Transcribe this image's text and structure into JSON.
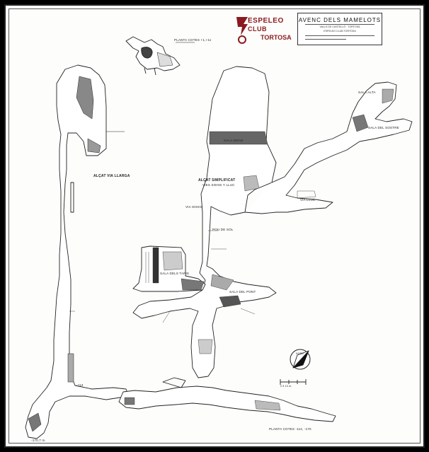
{
  "title": {
    "main": "AVENC DELS MAMELOTS",
    "sub1": "VALLS DE CASTELLÓ · TORTOSA",
    "sub2": "ESPELEO CLUB TORTOSA"
  },
  "logo": {
    "line1": "ESPELEO",
    "line2": "CLUB",
    "line3": "TORTOSA",
    "colors": {
      "accent": "#8a1a1f"
    }
  },
  "labels": {
    "planta_top": "PLANTA COTES +1,+11",
    "alcat_llarga": "ALÇAT VIA LLARGA",
    "alcat_simplificat": "ALÇAT SIMPLIFICAT",
    "alcat_simplificat2": "VIES SOHIS Y LLUC",
    "via_sohis": "VIA SOHIS",
    "via_lluc": "VIA LLUC",
    "pou_sol": "POU DE SOL",
    "sala_gran": "SALA GRAN",
    "sala_alta": "SALA ALTA",
    "sala_del_sostre": "SALA DEL SOSTRE",
    "sala_del_pont": "SALA DEL PONT",
    "sala_tapis": "SALA DELS TAPIS",
    "planta_bottom": "PLANTA COTES -114, -170",
    "depth_bottom": "-170,7 m.",
    "depth_113": "-113",
    "north": "NORD",
    "scale": "0   5   10 m."
  }
}
